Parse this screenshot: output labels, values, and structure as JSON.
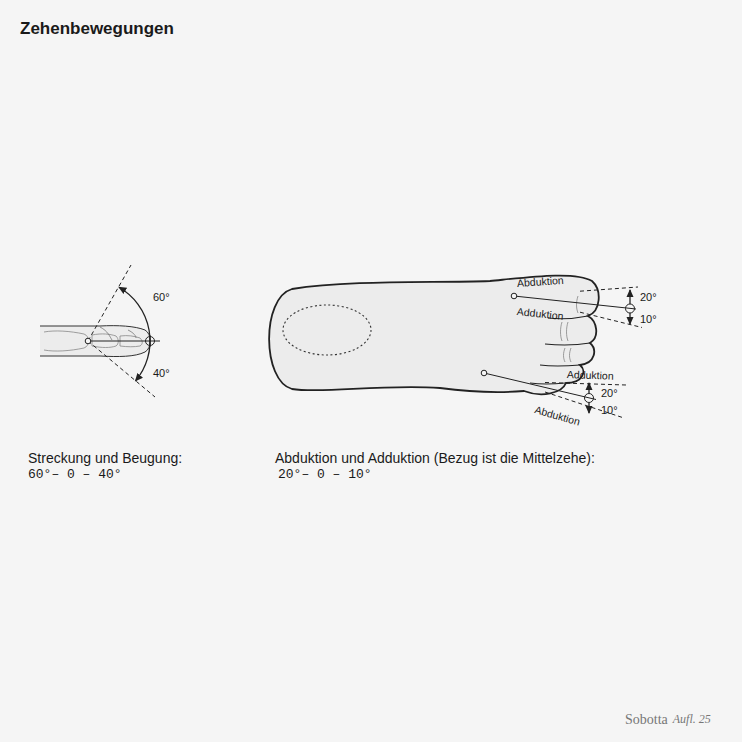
{
  "diagram": {
    "title": "Zehenbewegungen",
    "labels": [
      "60°",
      "40°",
      "Abduktion",
      "Adduktion",
      "20°",
      "10°",
      "Adduktion",
      "20°",
      "Abduktion",
      "10°",
      "Streckung und Beugung:",
      "60°– 0 – 40°",
      "Abduktion und Adduktion (Bezug ist die Mittelzehe):",
      "20°– 0 – 10°",
      "Sobotta",
      "Aufl. 25"
    ]
  }
}
